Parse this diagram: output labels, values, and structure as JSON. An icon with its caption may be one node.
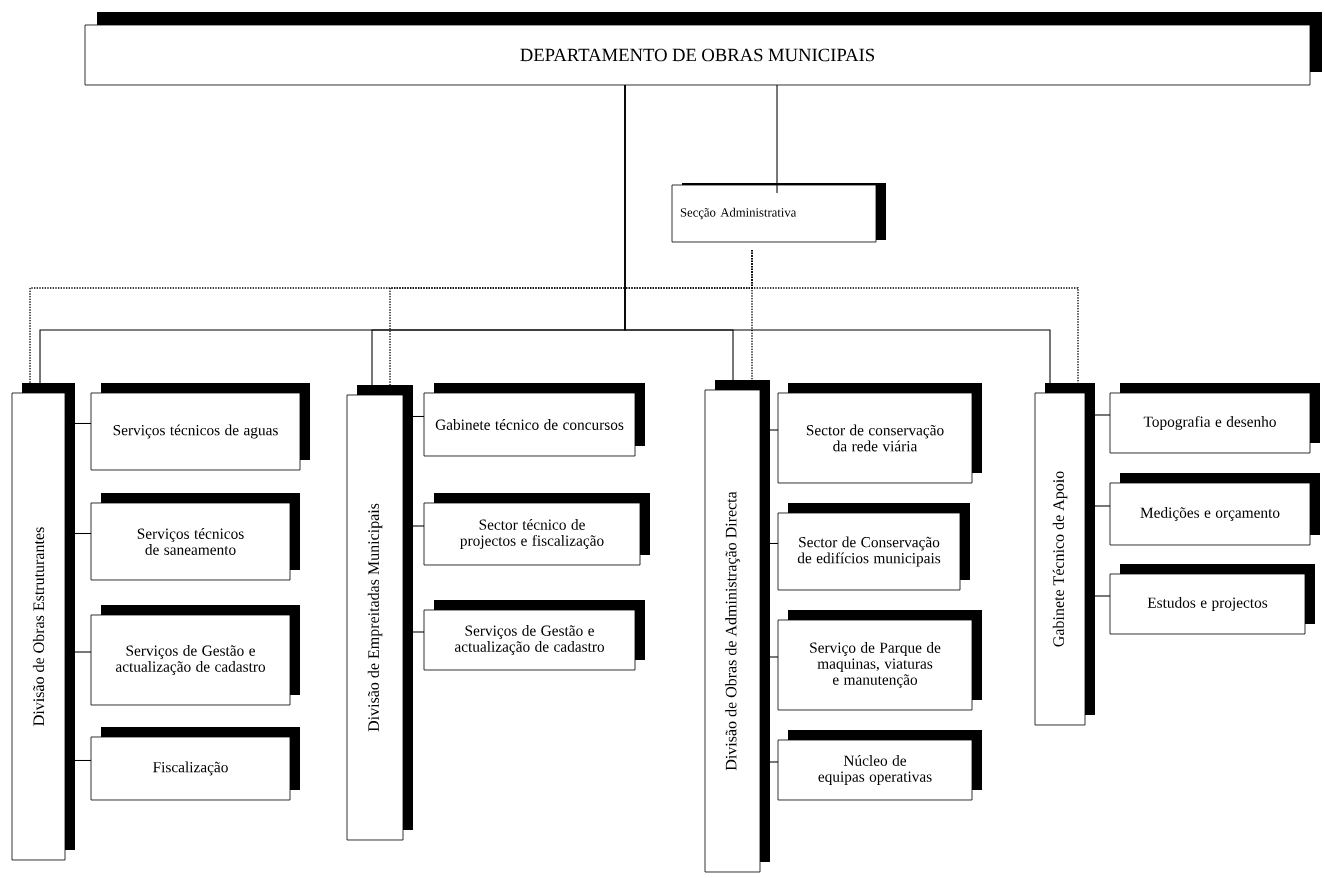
{
  "diagram": {
    "nodes": [
      {
        "text": [
          "DEPARTAMENTO DE OBRAS MUNICIPAIS"
        ]
      },
      {
        "text": [
          "Secção Administrativa"
        ]
      },
      {
        "text": [
          "Divisão de Obras Estruturantes"
        ]
      },
      {
        "text": [
          "Serviços técnicos de aguas"
        ]
      },
      {
        "text": [
          "Serviços técnicos de saneamento"
        ]
      },
      {
        "text": [
          "Serviços de Gestão e actualização de cadastro"
        ]
      },
      {
        "text": [
          "Fiscalização"
        ]
      },
      {
        "text": [
          "Divisão de Empreitadas Municipais"
        ]
      },
      {
        "text": [
          "Gabinete técnico de concursos"
        ]
      },
      {
        "text": [
          "Sector técnico de projectos e fiscalização"
        ]
      },
      {
        "text": [
          "Serviços de Gestão e actualização de cadastro"
        ]
      },
      {
        "text": [
          "Divisão de Obras de Administração Directa"
        ]
      },
      {
        "text": [
          "Sector de conservação da rede viária"
        ]
      },
      {
        "text": [
          "Sector de Conservação de edifícios municipais"
        ]
      },
      {
        "text": [
          "Serviço de Parque de maquinas, viaturas e manutenção"
        ]
      },
      {
        "text": [
          "Núcleo de equipas operativas"
        ]
      },
      {
        "text": [
          "Gabinete Técnico de Apoio"
        ]
      },
      {
        "text": [
          "Topografia e desenho"
        ]
      },
      {
        "text": [
          "Medições e orçamento"
        ]
      },
      {
        "text": [
          "Estudos e projectos"
        ]
      }
    ],
    "edges": [
      {
        "from": 0,
        "to": 1,
        "arrow": "none"
      },
      {
        "from": 0,
        "to": 2,
        "arrow": "none"
      },
      {
        "from": 0,
        "to": 7,
        "arrow": "none"
      },
      {
        "from": 0,
        "to": 11,
        "arrow": "none"
      },
      {
        "from": 0,
        "to": 16,
        "arrow": "none"
      },
      {
        "from": 1,
        "to": 2,
        "arrow": "none",
        "style": "dashed"
      },
      {
        "from": 1,
        "to": 7,
        "arrow": "none",
        "style": "dashed"
      },
      {
        "from": 1,
        "to": 11,
        "arrow": "none",
        "style": "dashed"
      },
      {
        "from": 1,
        "to": 16,
        "arrow": "none",
        "style": "dashed"
      },
      {
        "from": 2,
        "to": 3,
        "arrow": "none"
      },
      {
        "from": 2,
        "to": 4,
        "arrow": "none"
      },
      {
        "from": 2,
        "to": 5,
        "arrow": "none"
      },
      {
        "from": 2,
        "to": 6,
        "arrow": "none"
      },
      {
        "from": 7,
        "to": 8,
        "arrow": "none"
      },
      {
        "from": 7,
        "to": 9,
        "arrow": "none"
      },
      {
        "from": 7,
        "to": 10,
        "arrow": "none"
      },
      {
        "from": 11,
        "to": 12,
        "arrow": "none"
      },
      {
        "from": 11,
        "to": 13,
        "arrow": "none"
      },
      {
        "from": 11,
        "to": 14,
        "arrow": "none"
      },
      {
        "from": 11,
        "to": 15,
        "arrow": "none"
      },
      {
        "from": 16,
        "to": 17,
        "arrow": "none"
      },
      {
        "from": 16,
        "to": 18,
        "arrow": "none"
      },
      {
        "from": 16,
        "to": 19,
        "arrow": "none"
      }
    ]
  }
}
